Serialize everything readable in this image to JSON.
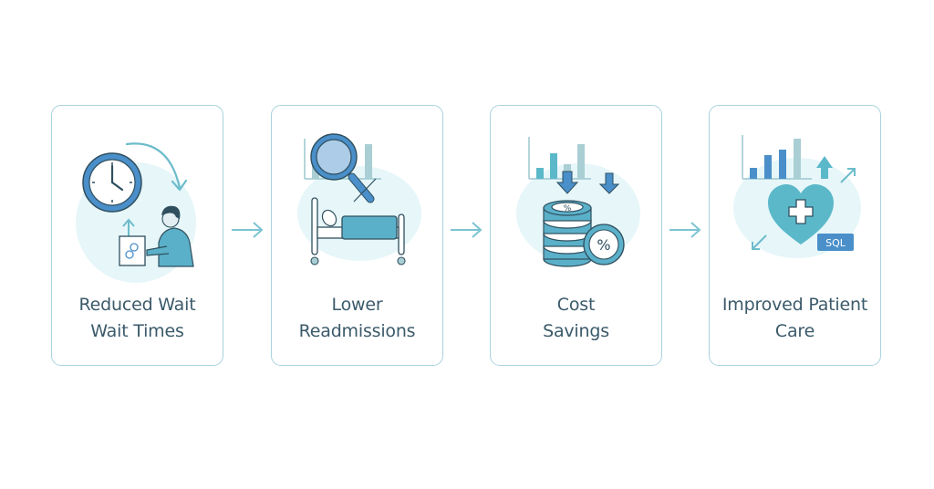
{
  "flow": {
    "steps": [
      {
        "id": "reduced-wait",
        "line1": "Reduced Wait",
        "line2": "Wait Times",
        "icon": "clock-person-icon"
      },
      {
        "id": "lower-readmissions",
        "line1": "Lower",
        "line2": "Readmissions",
        "icon": "magnifier-bed-icon"
      },
      {
        "id": "cost-savings",
        "line1": "Cost",
        "line2": "Savings",
        "icon": "coins-percent-icon"
      },
      {
        "id": "improved-care",
        "line1": "Improved Patient",
        "line2": "Care",
        "icon": "heart-cross-sql-icon",
        "badge": "SQL"
      }
    ],
    "connector_icon": "arrow-right-icon"
  },
  "colors": {
    "card_border": "#a9d3de",
    "text": "#3b5a6a",
    "accent_blue": "#4a8fc9",
    "accent_teal": "#5bb8c9",
    "light_bg": "#e6f6f9",
    "outline": "#2f4f5e",
    "connector": "#7cc3d2"
  }
}
